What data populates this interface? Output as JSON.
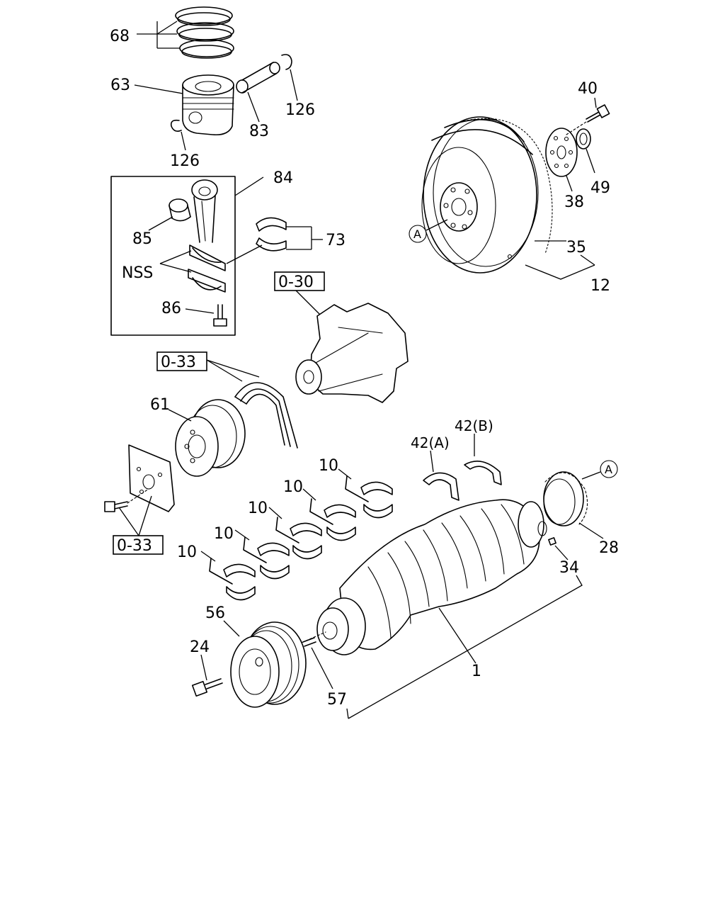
{
  "callouts": {
    "c68": "68",
    "c63": "63",
    "c126a": "126",
    "c126b": "126",
    "c83": "83",
    "c84": "84",
    "c85": "85",
    "c73": "73",
    "nss": "NSS",
    "c86": "86",
    "c40": "40",
    "c49": "49",
    "c38": "38",
    "c35": "35",
    "c12": "12",
    "ref030": "0-30",
    "ref033a": "0-33",
    "ref033b": "0-33",
    "c61": "61",
    "c42a": "42(A)",
    "c42b": "42(B)",
    "c10a": "10",
    "c10b": "10",
    "c10c": "10",
    "c10d": "10",
    "c10e": "10",
    "c28": "28",
    "c34": "34",
    "c56": "56",
    "c24": "24",
    "c57": "57",
    "c1": "1",
    "markA1": "A",
    "markA2": "A"
  }
}
